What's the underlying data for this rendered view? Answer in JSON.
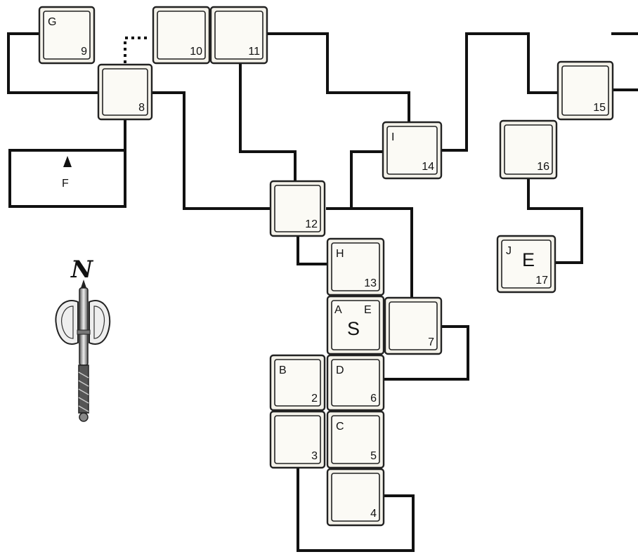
{
  "rooms": [
    {
      "number": "2",
      "letter": "B"
    },
    {
      "number": "3",
      "letter": ""
    },
    {
      "number": "4",
      "letter": ""
    },
    {
      "number": "5",
      "letter": "C"
    },
    {
      "number": "6",
      "letter": "D"
    },
    {
      "number": "7",
      "letter": ""
    },
    {
      "number": "8",
      "letter": ""
    },
    {
      "number": "9",
      "letter": "G"
    },
    {
      "number": "10",
      "letter": ""
    },
    {
      "number": "11",
      "letter": ""
    },
    {
      "number": "12",
      "letter": ""
    },
    {
      "number": "13",
      "letter": "H"
    },
    {
      "number": "14",
      "letter": "I"
    },
    {
      "number": "15",
      "letter": ""
    },
    {
      "number": "16",
      "letter": ""
    },
    {
      "number": "17",
      "letter": "J"
    }
  ],
  "start_room": {
    "letter_a": "A",
    "letter_e": "E",
    "start_marker": "S"
  },
  "exit_marker": "E",
  "f_marker": "F",
  "compass": {
    "north_label": "N"
  }
}
